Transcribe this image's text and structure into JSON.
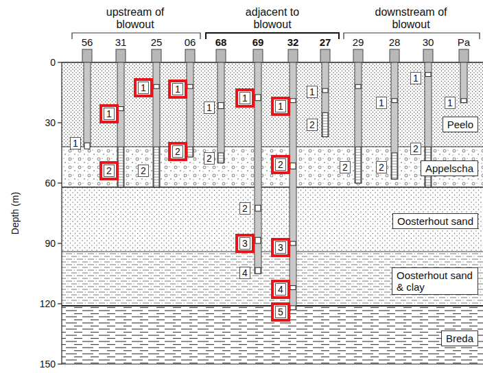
{
  "diagram": {
    "nodes": [
      {
        "text": [
          "Peelo"
        ]
      },
      {
        "text": [
          "Appelscha"
        ]
      },
      {
        "text": [
          "Oosterhout sand"
        ]
      },
      {
        "text": [
          "Oosterhout sand & clay"
        ]
      },
      {
        "text": [
          "Breda"
        ]
      }
    ],
    "labels": [
      "upstream of blowout",
      "adjacent to blowout",
      "downstream of blowout",
      "56",
      "31",
      "25",
      "06",
      "68",
      "69",
      "32",
      "27",
      "29",
      "28",
      "30",
      "Pa",
      "Depth (m)",
      "0",
      "30",
      "60",
      "90",
      "120",
      "150",
      "1",
      "1",
      "2",
      "1",
      "2",
      "1",
      "2",
      "1",
      "2",
      "1",
      "2",
      "3",
      "4",
      "1",
      "2",
      "3",
      "4",
      "5",
      "1",
      "2",
      "2",
      "1",
      "2",
      "1",
      "2",
      "1"
    ]
  }
}
